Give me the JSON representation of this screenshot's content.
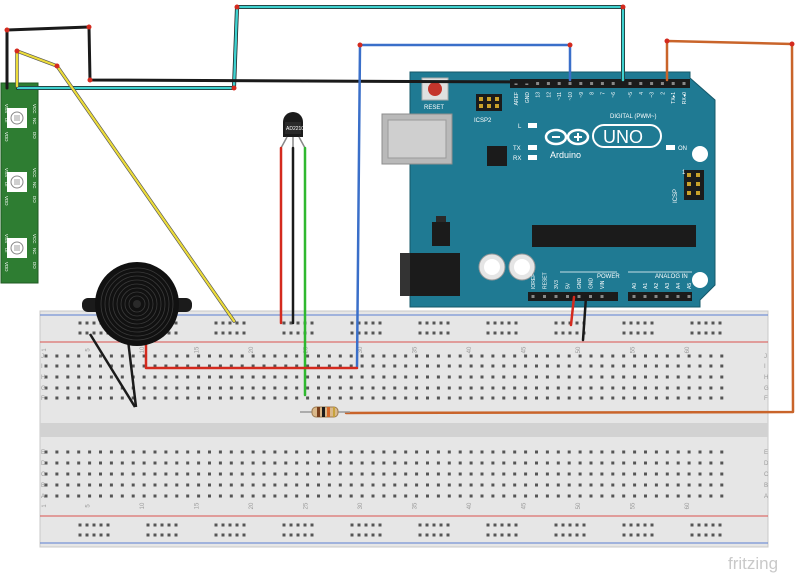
{
  "arduino": {
    "reset_label": "RESET",
    "icsp2_label": "ICSP2",
    "icsp_label": "ICSP",
    "brand_label": "Arduino",
    "model_label": "UNO",
    "digital_label": "DIGITAL (PWM~)",
    "power_label": "POWER",
    "analog_label": "ANALOG IN",
    "on_label": "ON",
    "led_l": "L",
    "led_tx": "TX",
    "led_rx": "RX",
    "power_pins": [
      "IOREF",
      "RESET",
      "3V3",
      "5V",
      "GND",
      "GND",
      "VIN"
    ],
    "analog_pins": [
      "A0",
      "A1",
      "A2",
      "A3",
      "A4",
      "A5"
    ],
    "digital_pins": [
      "AREF",
      "GND",
      "13",
      "12",
      "~11",
      "~10",
      "~9",
      "8",
      "7",
      "~6",
      "~5",
      "4",
      "~3",
      "2",
      "TX▸1",
      "RX◂0"
    ],
    "one_label": "1"
  },
  "sensor": {
    "label": "AD22100"
  },
  "led_strip": {
    "pin_labels": [
      "VSS",
      "DI",
      "VDD",
      "VCC",
      "NC",
      "DO"
    ]
  },
  "breadboard": {
    "column_numbers": [
      "1",
      "5",
      "10",
      "15",
      "20",
      "25",
      "30",
      "35",
      "40",
      "45",
      "50",
      "55",
      "60"
    ],
    "row_letters_top": [
      "J",
      "I",
      "H",
      "G",
      "F"
    ],
    "row_letters_bottom": [
      "E",
      "D",
      "C",
      "B",
      "A"
    ]
  },
  "watermark": "fritzing",
  "colors": {
    "arduino_board": "#1f7a93",
    "breadboard": "#e3e3e3",
    "wire_cyan": "#3fd1cf",
    "wire_black": "#1a1a1a",
    "wire_yellow": "#ecdc3a",
    "wire_blue": "#3a6fc9",
    "wire_orange": "#c9642a",
    "wire_red": "#d42a1e",
    "wire_green": "#2fb82f",
    "rail_red": "#d9534f",
    "rail_blue": "#5b7fd1",
    "led_strip": "#2e7d32"
  }
}
